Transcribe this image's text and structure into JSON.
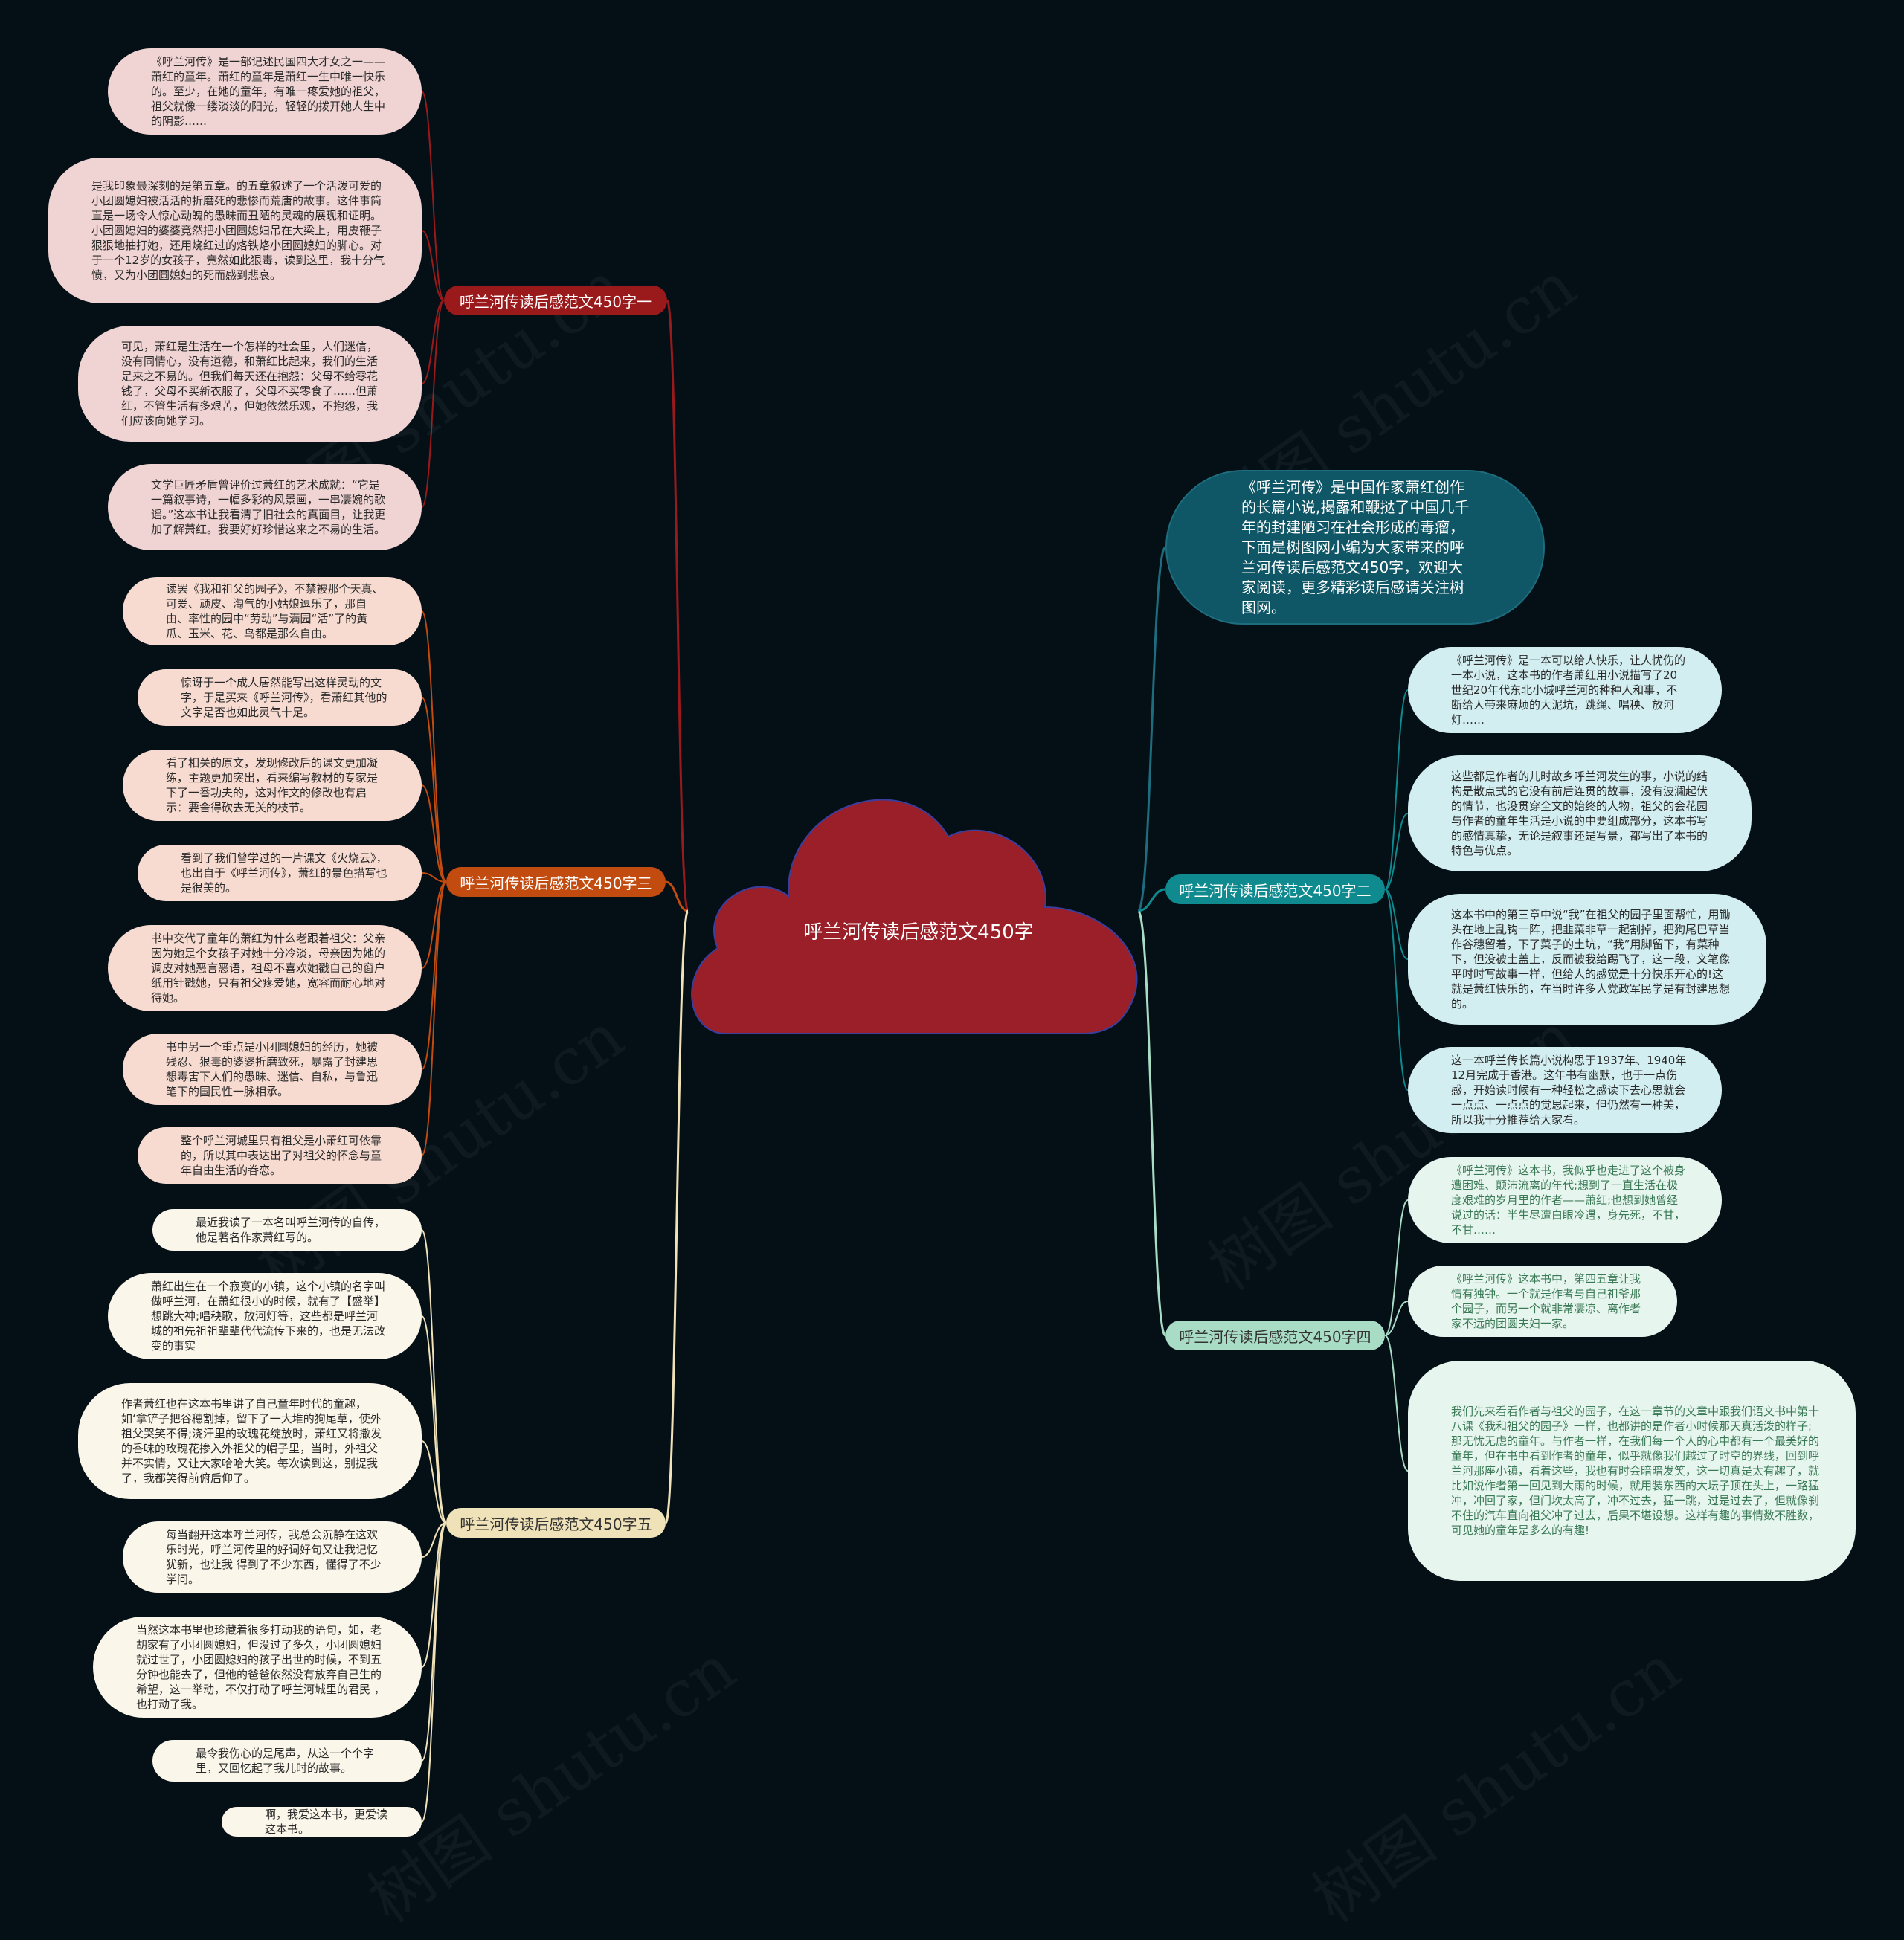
{
  "center": {
    "title": "呼兰河传读后感范文450字",
    "color": "#9a1f28"
  },
  "intro": "《呼兰河传》是中国作家萧红创作的长篇小说,揭露和鞭挞了中国几千年的封建陋习在社会形成的毒瘤，下面是树图网小编为大家带来的呼兰河传读后感范文450字，欢迎大家阅读，更多精彩读后感请关注树图网。",
  "watermark": "树图 shutu.cn",
  "colors": {
    "branch1": "#9a1a1c",
    "branch3": "#c24b10",
    "branch5": "#f0e2b8",
    "branch2": "#0f8a8e",
    "branch4": "#a8dcc5"
  },
  "branches": [
    {
      "label": "呼兰河传读后感范文450字一",
      "items": [
        "《呼兰河传》是一部记述民国四大才女之一——萧红的童年。萧红的童年是萧红一生中唯一快乐的。至少，在她的童年，有唯一疼爱她的祖父，祖父就像一缕淡淡的阳光，轻轻的拨开她人生中的阴影……",
        "是我印象最深刻的是第五章。的五章叙述了一个活泼可爱的小团圆媳妇被活活的折磨死的悲惨而荒唐的故事。这件事简直是一场令人惊心动魄的愚昧而丑陋的灵魂的展现和证明。小团圆媳妇的婆婆竟然把小团圆媳妇吊在大梁上，用皮鞭子狠狠地抽打她，还用烧红过的烙铁烙小团圆媳妇的脚心。对于一个12岁的女孩子，竟然如此狠毒，读到这里，我十分气愤，又为小团圆媳妇的死而感到悲哀。",
        "可见，萧红是生活在一个怎样的社会里，人们迷信，没有同情心，没有道德，和萧红比起来，我们的生活是来之不易的。但我们每天还在抱怨：父母不给零花钱了，父母不买新衣服了，父母不买零食了……但萧红，不管生活有多艰苦，但她依然乐观，不抱怨，我们应该向她学习。",
        "文学巨匠矛盾曾评价过萧红的艺术成就：“它是一篇叙事诗，一幅多彩的风景画，一串凄婉的歌谣。”这本书让我看清了旧社会的真面目，让我更加了解萧红。我要好好珍惜这来之不易的生活。"
      ]
    },
    {
      "label": "呼兰河传读后感范文450字三",
      "items": [
        "读罢《我和祖父的园子》，不禁被那个天真、可爱、顽皮、淘气的小姑娘逗乐了，那自由、率性的园中“劳动”与满园“活”了的黄瓜、玉米、花、鸟都是那么自由。",
        "惊讶于一个成人居然能写出这样灵动的文字，于是买来《呼兰河传》，看萧红其他的文字是否也如此灵气十足。",
        "看了相关的原文，发现修改后的课文更加凝练，主题更加突出，看来编写教材的专家是下了一番功夫的，这对作文的修改也有启示：要舍得砍去无关的枝节。",
        "看到了我们曾学过的一片课文《火烧云》，也出自于《呼兰河传》，萧红的景色描写也是很美的。",
        "书中交代了童年的萧红为什么老跟着祖父：父亲因为她是个女孩子对她十分冷淡，母亲因为她的调皮对她恶言恶语，祖母不喜欢她戳自己的窗户纸用针戳她，只有祖父疼爱她，宽容而耐心地对待她。",
        "书中另一个重点是小团圆媳妇的经历，她被残忍、狠毒的婆婆折磨致死，暴露了封建思想毒害下人们的愚昧、迷信、自私，与鲁迅笔下的国民性一脉相承。",
        "整个呼兰河城里只有祖父是小萧红可依靠的，所以其中表达出了对祖父的怀念与童年自由生活的眷恋。"
      ]
    },
    {
      "label": "呼兰河传读后感范文450字五",
      "items": [
        "最近我读了一本名叫呼兰河传的自传，他是著名作家萧红写的。",
        "萧红出生在一个寂寞的小镇，这个小镇的名字叫做呼兰河，在萧红很小的时候，就有了【盛举】想跳大神;唱秧歌，放河灯等，这些都是呼兰河城的祖先祖祖辈辈代代流传下来的，也是无法改变的事实",
        "作者萧红也在这本书里讲了自己童年时代的童趣，如‘拿铲子把谷穗割掉，留下了一大堆的狗尾草，使外祖父哭笑不得;浇汗里的玫瑰花绽放时，萧红又将撒发的香味的玫瑰花掺入外祖父的帽子里，当时，外祖父并不实情，又让大家哈哈大笑。每次读到这，别提我了，我都笑得前俯后仰了。",
        "每当翻开这本呼兰河传，我总会沉静在这欢乐时光，呼兰河传里的好词好句又让我记忆犹新，也让我 得到了不少东西，懂得了不少学问。",
        "当然这本书里也珍藏着很多打动我的语句，如，老胡家有了小团圆媳妇，但没过了多久，小团圆媳妇就过世了，小团圆媳妇的孩子出世的时候，不到五分钟也能去了，但他的爸爸依然没有放弃自己生的希望，这一举动，不仅打动了呼兰河城里的君民 ，也打动了我。",
        "最令我伤心的是尾声，从这一个个字里，又回忆起了我儿时的故事。",
        "啊，我爱这本书，更爱读这本书。"
      ]
    },
    {
      "label": "呼兰河传读后感范文450字二",
      "items": [
        "《呼兰河传》是一本可以给人快乐，让人忧伤的一本小说，这本书的作者萧红用小说描写了20世纪20年代东北小城呼兰河的种种人和事，不断给人带来麻烦的大泥坑，跳绳、唱秧、放河灯……",
        "这些都是作者的儿时故乡呼兰河发生的事，小说的结构是散点式的它没有前后连贯的故事，没有波澜起伏的情节，也没贯穿全文的始终的人物，祖父的会花园与作者的童年生活是小说的中要组成部分，这本书写的感情真挚，无论是叙事还是写景，都写出了本书的特色与优点。",
        "这本书中的第三章中说“我”在祖父的园子里面帮忙，用锄头在地上乱钩一阵，把韭菜非草一起割掉，把狗尾巴草当作谷穗留着，下了菜子的土坑，“我”用脚留下，有菜种下，但没被土盖上，反而被我给踢飞了，这一段，文笔像平时时写故事一样，但给人的感觉是十分快乐开心的!这就是萧红快乐的，在当时许多人党政军民学是有封建思想的。",
        "这一本呼兰传长篇小说构思于1937年、1940年12月完成于香港。这年书有幽默，也于一点伤感，开始读时候有一种轻松之感读下去心思就会一点点、一点点的觉思起来，但仍然有一种美，所以我十分推荐给大家看。"
      ]
    },
    {
      "label": "呼兰河传读后感范文450字四",
      "items": [
        "《呼兰河传》这本书，我似乎也走进了这个被身遭困难、颠沛流离的年代;想到了一直生活在极度艰难的岁月里的作者——萧红;也想到她曾经说过的话：半生尽遭白眼冷遇，身先死，不甘，不甘……",
        "《呼兰河传》这本书中，第四五章让我情有独钟。一个就是作者与自己祖爷那个园子，而另一个就非常凄凉、离作者家不远的团圆夫妇一家。",
        "我们先来看看作者与祖父的园子，在这一章节的文章中跟我们语文书中第十八课《我和祖父的园子》一样，也都讲的是作者小时候那天真活泼的样子;那无忧无虑的童年。与作者一样，在我们每一个人的心中都有一个最美好的童年，但在书中看到作者的童年，似乎就像我们越过了时空的界线，回到呼兰河那座小镇，看着这些，我也有时会暗暗发笑，这一切真是太有趣了，就比如说作者第一回见到大雨的时候，就用装东西的大坛子顶在头上，一路猛冲，冲回了家，但门坎太高了，冲不过去，猛一跳，过是过去了，但就像刹不住的汽车直向祖父冲了过去，后果不堪设想。这样有趣的事情数不胜数，可见她的童年是多么的有趣!"
      ]
    }
  ]
}
